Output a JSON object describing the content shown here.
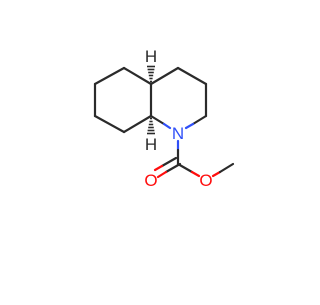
{
  "molecule": {
    "atom_labels": {
      "nitrogen": "N",
      "carbonyl_oxygen": "O",
      "ester_oxygen": "O",
      "hydrogen_c4a": "H",
      "hydrogen_c8a": "H"
    },
    "colors": {
      "carbon_bond": "#2b2b2b",
      "nitrogen": "#3050f8",
      "oxygen": "#ff0d0d",
      "background": "#ffffff"
    }
  }
}
